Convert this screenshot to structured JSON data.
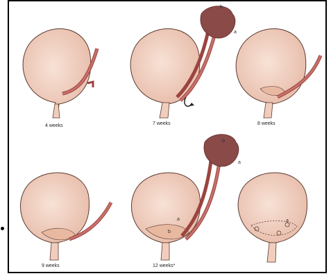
{
  "captions": {
    "p1": "4 weeks",
    "p2": "7 weeks",
    "p3": "8 weeks",
    "p4": "9 weeks",
    "p5": "12 weeks*",
    "p6": ""
  },
  "labels": {
    "a": "a",
    "b": "b"
  },
  "colors": {
    "bladder": "#f2d2c3",
    "bladder_edge": "#5a3a30",
    "duct": "#c8706a",
    "duct_dark": "#9a4440",
    "kidney": "#8a4a48",
    "trigone": "#e8b8a0"
  }
}
